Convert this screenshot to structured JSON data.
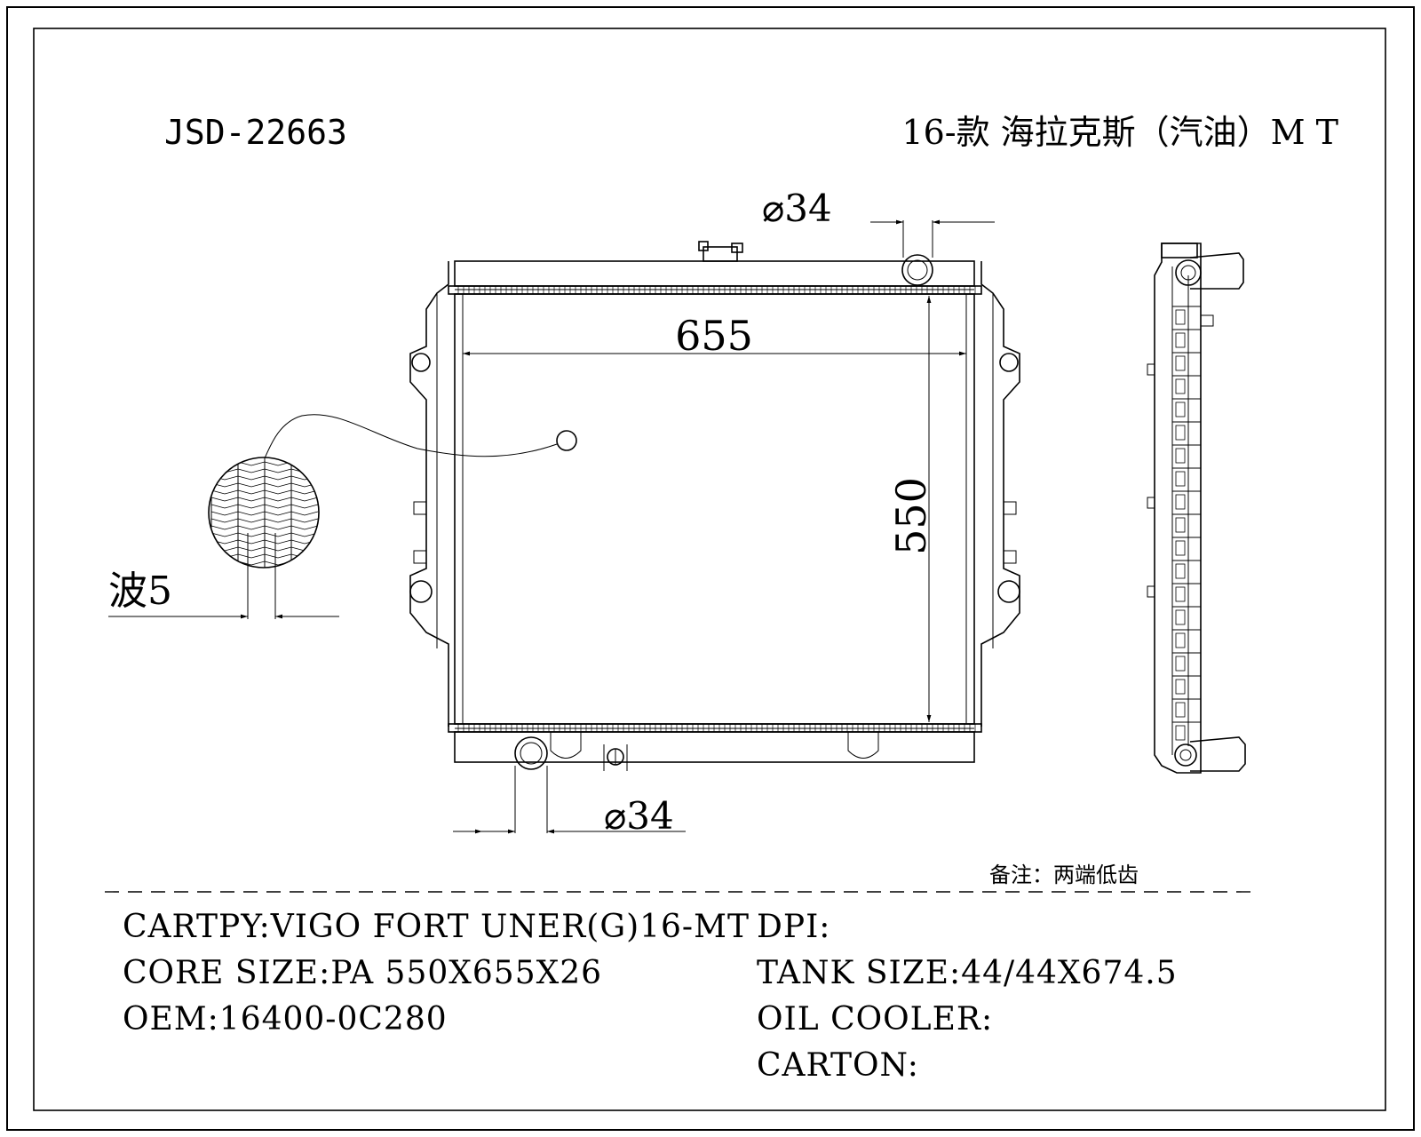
{
  "header": {
    "part_number": "JSD-22663",
    "model_title": "16-款 海拉克斯（汽油）M T"
  },
  "dimensions": {
    "top_pipe_diameter": "⌀34",
    "bottom_pipe_diameter": "⌀34",
    "core_width": "655",
    "core_height": "550",
    "fin_pitch": "波5"
  },
  "note": "备注：两端低齿",
  "specs": {
    "cartpy": "CARTPY:VIGO FORT UNER(G)16-MT",
    "core_size": "CORE SIZE:PA 550X655X26",
    "oem": "OEM:16400-0C280",
    "dpi": "DPI:",
    "tank_size": "TANK SIZE:44/44X674.5",
    "oil_cooler": "OIL COOLER:",
    "carton": "CARTON:"
  }
}
